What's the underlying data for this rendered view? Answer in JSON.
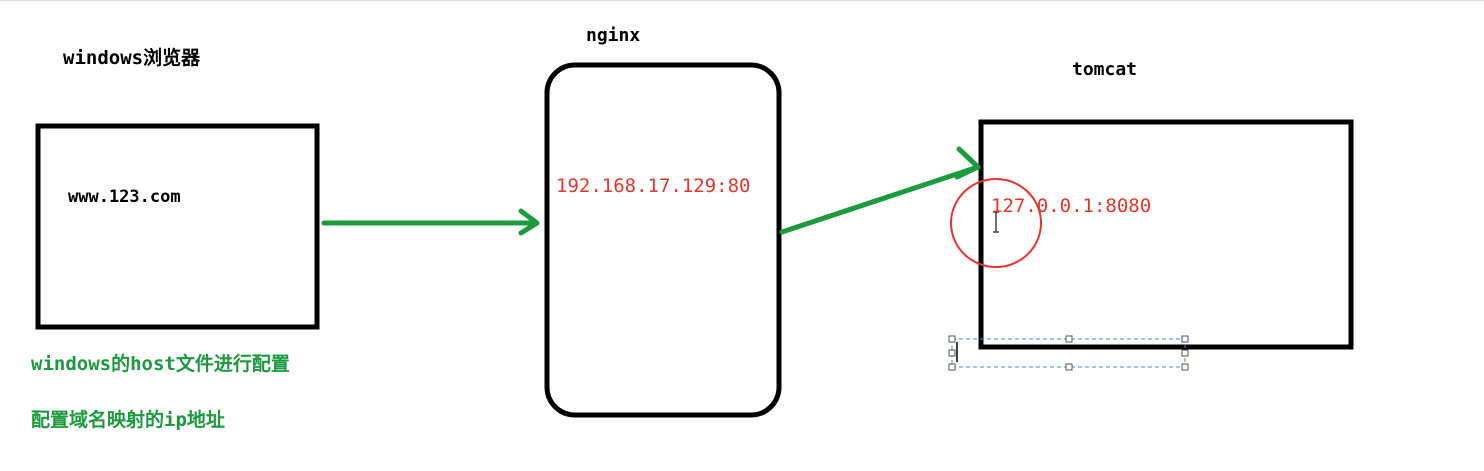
{
  "browser": {
    "title": "windows浏览器",
    "domain": "www.123.com"
  },
  "nginx": {
    "title": "nginx",
    "address": "192.168.17.129:80"
  },
  "tomcat": {
    "title": "tomcat",
    "address": "127.0.0.1:8080"
  },
  "notes": {
    "line1": "windows的host文件进行配置",
    "line2": "配置域名映射的ip地址"
  },
  "colors": {
    "arrow": "#1c9a3e",
    "ip_text": "#e8352b",
    "note_text": "#1c9a3e",
    "highlight_circle": "#e8352b",
    "selection": "#4a8ad4"
  },
  "icons": {
    "text_cursor": "i-beam-cursor-icon"
  }
}
